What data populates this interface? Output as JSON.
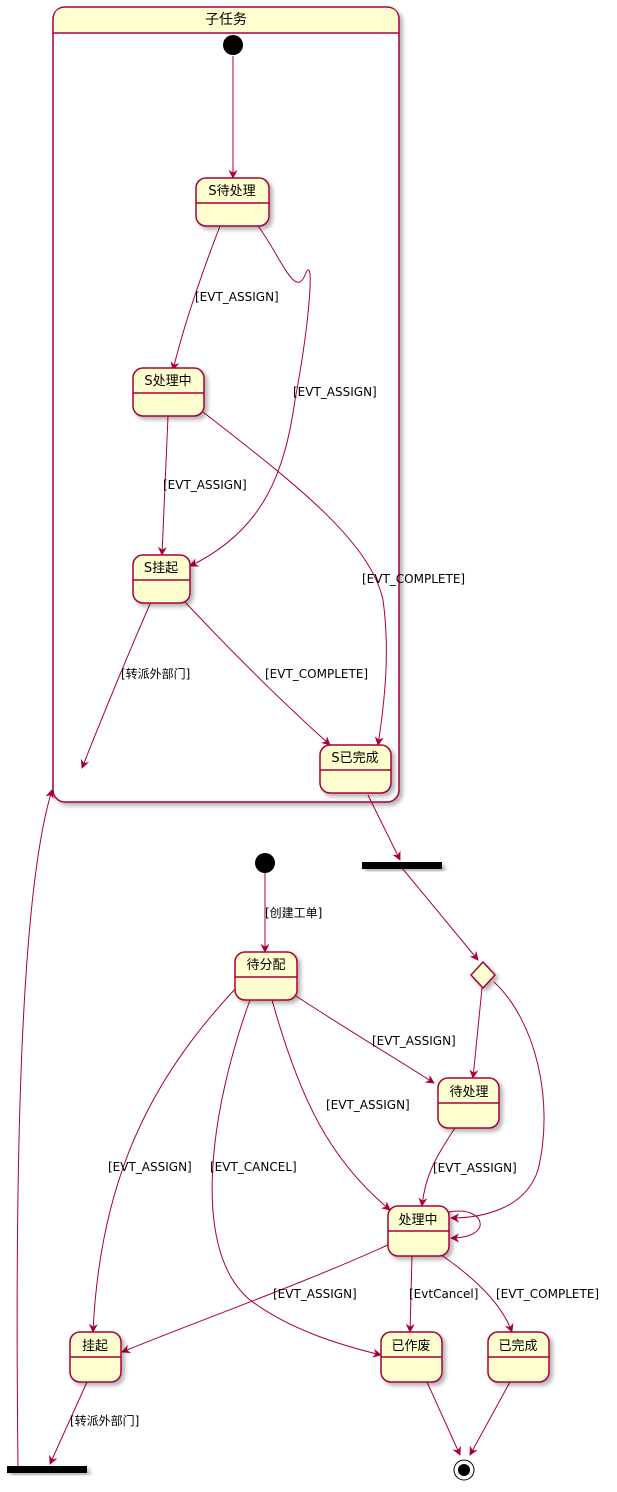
{
  "composite": {
    "title": "子任务"
  },
  "states": {
    "s_pending": "S待处理",
    "s_processing": "S处理中",
    "s_suspended": "S挂起",
    "s_completed": "S已完成",
    "to_assign": "待分配",
    "pending": "待处理",
    "processing": "处理中",
    "suspended": "挂起",
    "voided": "已作废",
    "completed": "已完成"
  },
  "labels": {
    "sp_to_sproc": "[EVT_ASSIGN]",
    "sp_to_ssus": "[EVT_ASSIGN]",
    "sproc_to_ssus": "[EVT_ASSIGN]",
    "sproc_to_scomp": "[EVT_COMPLETE]",
    "ssus_out": "[转派外部门]",
    "ssus_to_scomp": "[EVT_COMPLETE]",
    "init_to_assign": "[创建工单]",
    "assign_to_pending": "[EVT_ASSIGN]",
    "assign_to_processing": "[EVT_ASSIGN]",
    "assign_to_suspended": "[EVT_ASSIGN]",
    "assign_to_voided": "[EVT_CANCEL]",
    "pending_to_processing": "[EVT_ASSIGN]",
    "processing_to_suspended": "[EVT_ASSIGN]",
    "processing_to_voided": "[EvtCancel]",
    "processing_to_completed": "[EVT_COMPLETE]",
    "suspended_out": "[转派外部门]"
  },
  "colors": {
    "edge": "#a80036",
    "state_fill": "#fefece",
    "bar": "#000000"
  }
}
